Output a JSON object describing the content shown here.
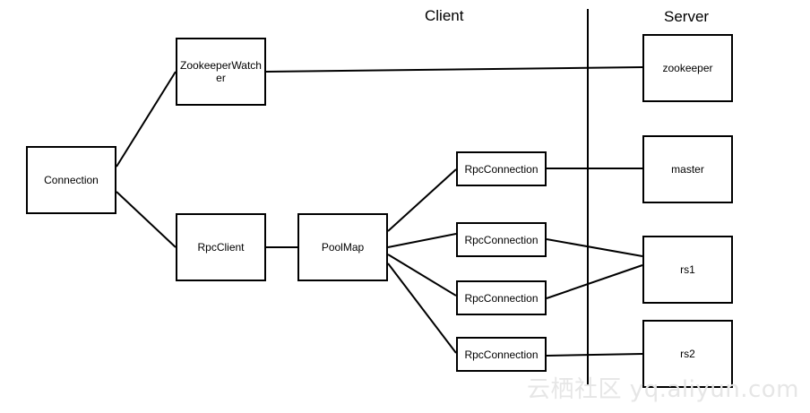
{
  "sections": {
    "client": "Client",
    "server": "Server"
  },
  "nodes": {
    "connection": "Connection",
    "zookeeper_watcher": "ZookeeperWatcher",
    "rpc_client": "RpcClient",
    "pool_map": "PoolMap",
    "rpc_connection_1": "RpcConnection",
    "rpc_connection_2": "RpcConnection",
    "rpc_connection_3": "RpcConnection",
    "rpc_connection_4": "RpcConnection",
    "zookeeper": "zookeeper",
    "master": "master",
    "rs1": "rs1",
    "rs2": "rs2"
  },
  "watermark": "云栖社区 yq.aliyun.com",
  "colors": {
    "stroke": "#000000",
    "background": "#ffffff",
    "watermark": "#e6e6e6"
  }
}
